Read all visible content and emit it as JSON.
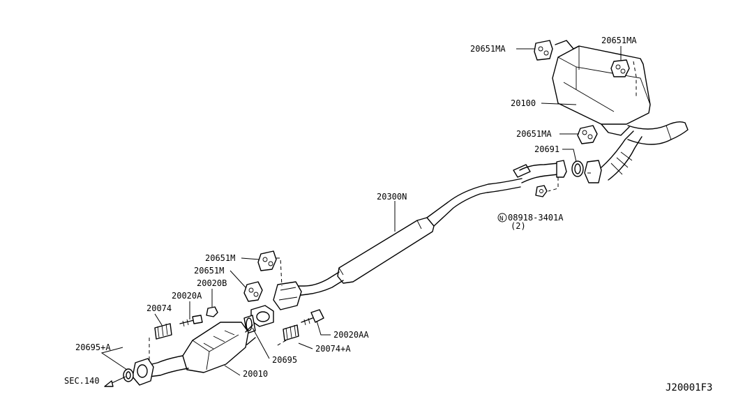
{
  "callouts": {
    "p20651MA_top_left": "20651MA",
    "p20651MA_top_right": "20651MA",
    "p20100": "20100",
    "p20651MA_mid": "20651MA",
    "p20691": "20691",
    "p08918": "08918-3401A",
    "p08918_qty": "(2)",
    "p20300N": "20300N",
    "p20651M_a": "20651M",
    "p20651M_b": "20651M",
    "p20020B": "20020B",
    "p20020A": "20020A",
    "p20074": "20074",
    "p20695A": "20695+A",
    "sec140": "SEC.140",
    "p20020AA": "20020AA",
    "p20074A": "20074+A",
    "p20695": "20695",
    "p20010": "20010"
  },
  "nut_symbol": "N",
  "diagram_id": "J20001F3"
}
